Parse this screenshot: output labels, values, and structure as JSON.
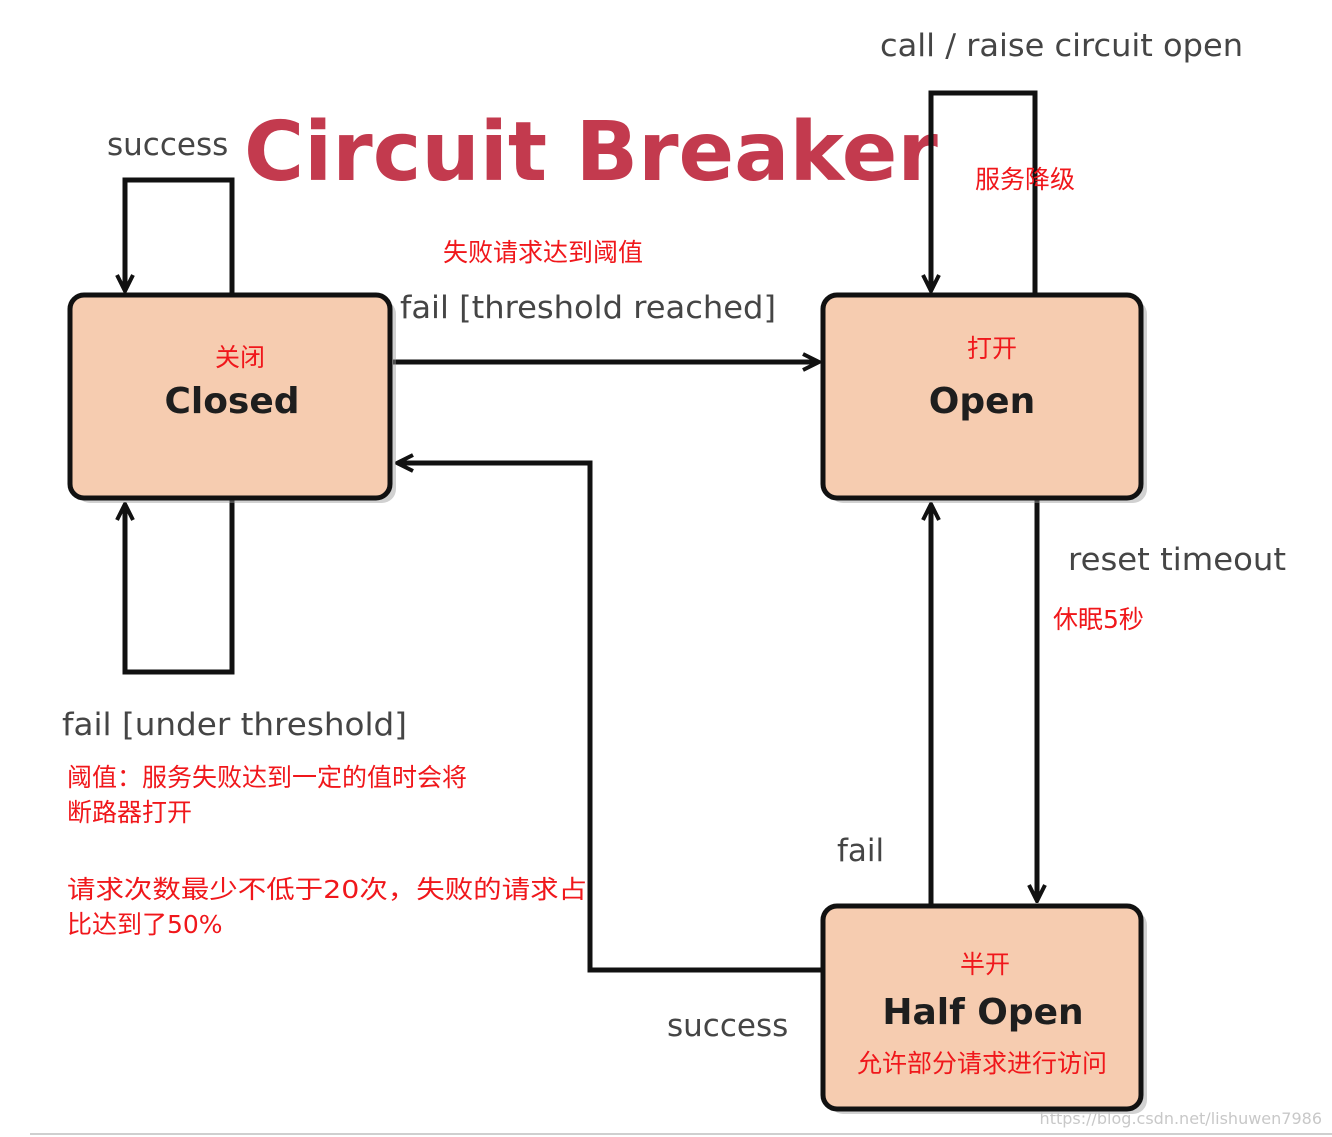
{
  "title": "Circuit Breaker",
  "states": {
    "closed": {
      "label": "Closed",
      "cn_label": "关闭"
    },
    "open": {
      "label": "Open",
      "cn_label": "打开"
    },
    "half_open": {
      "label": "Half Open",
      "cn_label": "半开",
      "note": "允许部分请求进行访问"
    }
  },
  "transitions": {
    "closed_success": "success",
    "closed_to_open": "fail [threshold reached]",
    "closed_to_open_cn": "失败请求达到阈值",
    "open_self": "call / raise circuit open",
    "open_self_cn": "服务降级",
    "open_to_half": "reset timeout",
    "open_to_half_cn": "休眠5秒",
    "half_to_open": "fail",
    "half_to_closed": "success",
    "closed_fail_under": "fail [under threshold]"
  },
  "notes": {
    "threshold_line1": "阈值：服务失败达到一定的值时会将",
    "threshold_line2": "断路器打开",
    "requests_line1": "请求次数最少不低于20次，失败的请求占",
    "requests_line2": "比达到了50%"
  },
  "watermark": "https://blog.csdn.net/lishuwen7986",
  "colors": {
    "state_fill": "#f6ccb0",
    "title": "#c33a4e",
    "annotation_red": "#f0171b",
    "label_gray": "#454545"
  }
}
